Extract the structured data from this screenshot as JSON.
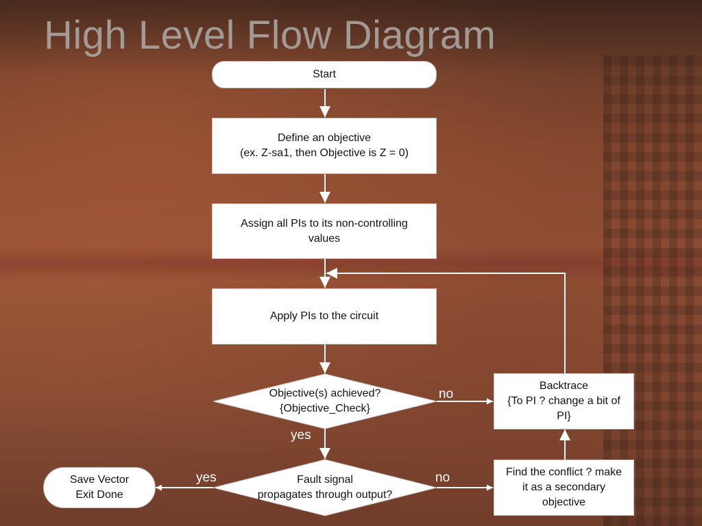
{
  "title": "High Level Flow Diagram",
  "nodes": {
    "start": "Start",
    "define": {
      "line1": "Define an objective",
      "line2": "(ex. Z-sa1, then Objective is Z = 0)"
    },
    "assign": {
      "line1": "Assign all PIs to its non-controlling",
      "line2": "values"
    },
    "apply": "Apply PIs to the circuit",
    "check": {
      "line1": "Objective(s) achieved?",
      "line2": "{Objective_Check}"
    },
    "propagate": {
      "line1": "Fault signal",
      "line2": "propagates through output?"
    },
    "save": {
      "line1": "Save Vector",
      "line2": "Exit Done"
    },
    "backtrace": {
      "line1": "Backtrace",
      "line2": "{To PI ? change a bit of",
      "line3": "PI}"
    },
    "conflict": {
      "line1": "Find the conflict ? make",
      "line2": "it as a secondary",
      "line3": "objective"
    }
  },
  "edges": {
    "check_no": "no",
    "check_yes": "yes",
    "propagate_yes": "yes",
    "propagate_no": "no"
  },
  "colors": {
    "node_fill": "#ffffff",
    "arrow": "#ffffff",
    "title": "#a49a95"
  }
}
